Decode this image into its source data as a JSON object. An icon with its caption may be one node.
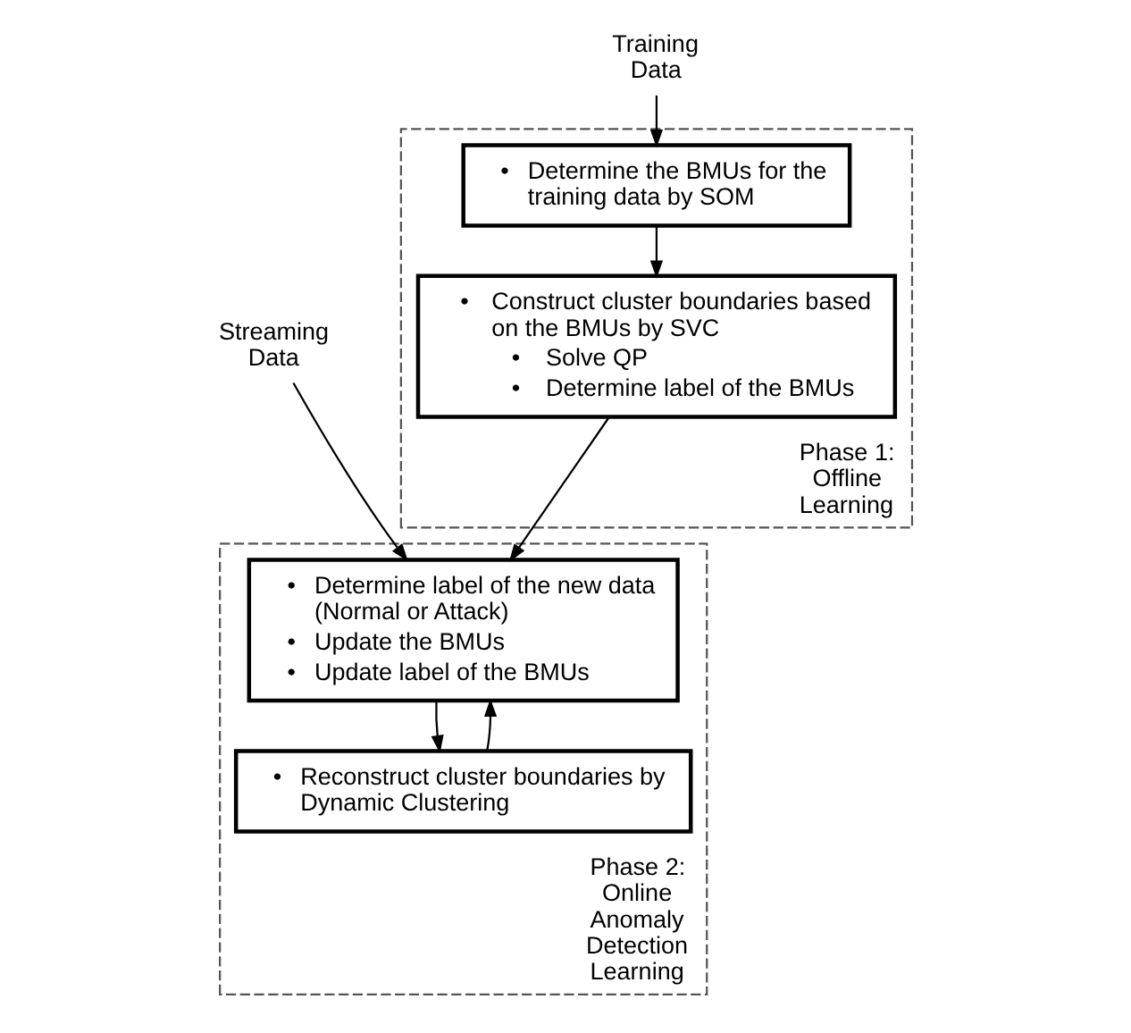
{
  "diagram": {
    "nodes": [
      {
        "text": [
          "Phase 1: Offline Learning"
        ]
      },
      {
        "text": [
          "• Determine the BMUs for the training data by SOM"
        ],
        "in": 0
      },
      {
        "text": [
          "• Construct cluster boundaries based on the BMUs by SVC",
          "• Solve QP",
          "• Determine label of the BMUs"
        ],
        "in": 0
      },
      {
        "text": [
          "Phase 2: Online Anomaly Detection Learning"
        ]
      },
      {
        "text": [
          "• Determine label of the new data (Normal or Attack)",
          "• Update the BMUs",
          "• Update label of the BMUs"
        ],
        "in": 3
      },
      {
        "text": [
          "• Reconstruct cluster boundaries by Dynamic Clustering"
        ],
        "in": 3
      },
      {
        "text": [
          "Training Data"
        ]
      },
      {
        "text": [
          "Streaming Data"
        ]
      }
    ],
    "edges": [
      {
        "from": 6,
        "to": 1,
        "arrow": "to"
      },
      {
        "from": 1,
        "to": 2,
        "arrow": "to"
      },
      {
        "from": 2,
        "to": 4,
        "arrow": "to"
      },
      {
        "from": 7,
        "to": 4,
        "arrow": "to"
      },
      {
        "from": 5,
        "to": 4,
        "arrow": "to"
      },
      {
        "from": 4,
        "to": 5,
        "arrow": "to"
      }
    ]
  }
}
